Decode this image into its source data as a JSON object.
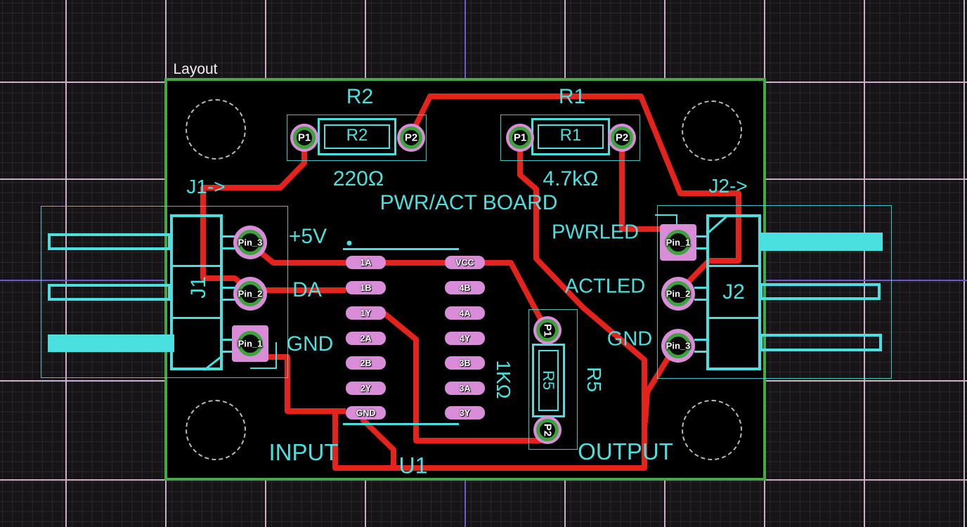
{
  "app": {
    "sheet_label": "Layout"
  },
  "colors": {
    "bg": "#171417",
    "minor": "#2b272b",
    "gridpink": "#c9aec6",
    "gridviolet": "#6b5ccb",
    "green": "#45a845",
    "cyan": "#4be0e0",
    "red": "#e3231c",
    "pad": "#d98dd9",
    "ring": "#3da43d"
  },
  "board": {
    "title": "PWR/ACT BOARD",
    "net_labels": {
      "j1_arrow": "J1->",
      "j2_arrow": "J2->",
      "plus5v": "+5V",
      "da": "DA",
      "gnd_left": "GND",
      "pwrled": "PWRLED",
      "actled": "ACTLED",
      "gnd_right": "GND",
      "input": "INPUT",
      "output": "OUTPUT"
    }
  },
  "components": {
    "r2": {
      "ref": "R2",
      "value": "220Ω",
      "body_label": "R2",
      "pads": [
        "P1",
        "P2"
      ]
    },
    "r1": {
      "ref": "R1",
      "value": "4.7kΩ",
      "body_label": "R1",
      "pads": [
        "P1",
        "P2"
      ]
    },
    "r5": {
      "ref": "R5",
      "value": "1KΩ",
      "body_label": "R5",
      "pads": [
        "P1",
        "P2"
      ]
    },
    "u1": {
      "ref": "U1",
      "left_pins": [
        "1A",
        "1B",
        "1Y",
        "2A",
        "2B",
        "2Y",
        "GND"
      ],
      "right_pins": [
        "VCC",
        "4B",
        "4A",
        "4Y",
        "3B",
        "3A",
        "3Y"
      ]
    },
    "j1": {
      "ref": "J1",
      "pins": [
        "Pin_3",
        "Pin_2",
        "Pin_1"
      ]
    },
    "j2": {
      "ref": "J2",
      "pins": [
        "Pin_1",
        "Pin_2",
        "Pin_3"
      ]
    }
  }
}
